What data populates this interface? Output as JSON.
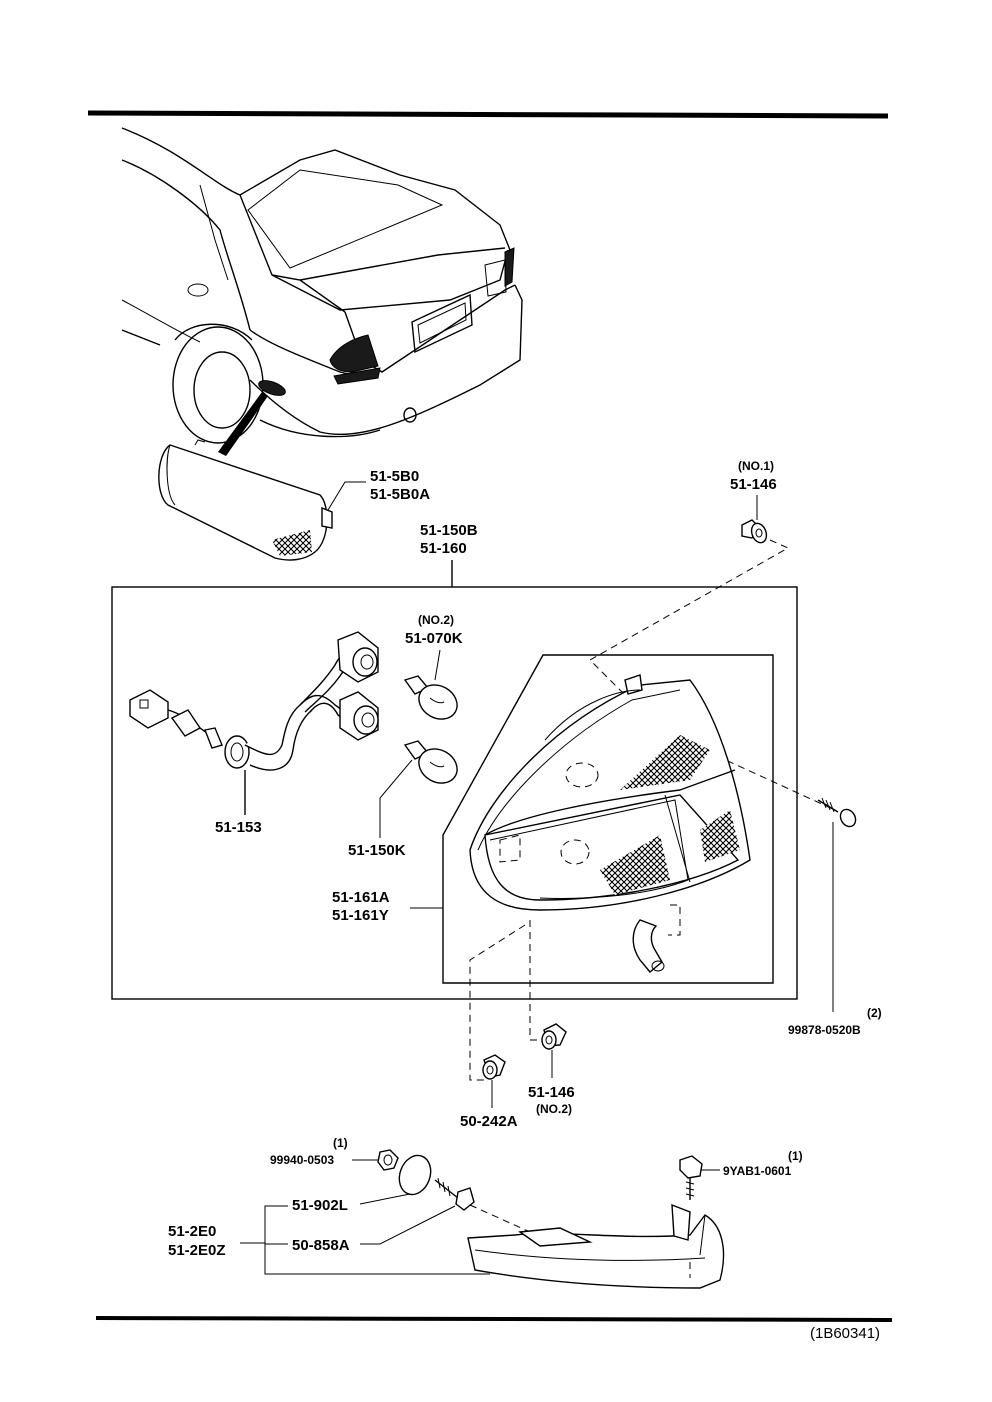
{
  "labels": {
    "side_marker_1": "51-5B0",
    "side_marker_2": "51-5B0A",
    "grommet_no1_note": "(NO.1)",
    "grommet_no1": "51-146",
    "lamp_assy_1": "51-150B",
    "lamp_assy_2": "51-160",
    "bulb_no2_note": "(NO.2)",
    "bulb_no2": "51-070K",
    "socket_wire": "51-153",
    "bulb": "51-150K",
    "lens_1": "51-161A",
    "lens_2": "51-161Y",
    "screw_qty": "(2)",
    "screw": "99878-0520B",
    "nut": "50-242A",
    "grommet_no2": "51-146",
    "grommet_no2_note": "(NO.2)",
    "nut_qty": "(1)",
    "nut_part": "99940-0503",
    "bolt_qty": "(1)",
    "bolt_part": "9YAB1-0601",
    "washer": "51-902L",
    "trim_1": "51-2E0",
    "trim_2": "51-2E0Z",
    "clip": "50-858A",
    "reference": "(1B60341)"
  },
  "icons": {
    "vehicle": "sedan-rear-icon",
    "side_marker": "side-marker-lamp-icon",
    "tail_lamp": "rear-combination-lamp-icon",
    "bulb": "bulb-icon",
    "socket": "socket-wiring-icon",
    "screw": "screw-icon",
    "grommet": "grommet-icon",
    "nut": "nut-icon",
    "bolt": "bolt-icon",
    "washer": "washer-icon",
    "trim": "rear-trim-panel-icon"
  }
}
